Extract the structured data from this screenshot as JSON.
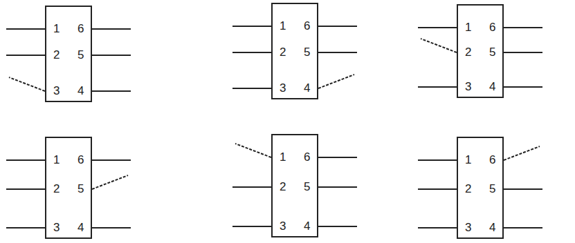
{
  "diagram": {
    "nodes": [
      {
        "text": [
          "1",
          "6",
          "2",
          "5",
          "3",
          "4"
        ]
      },
      {
        "text": [
          "1",
          "6",
          "2",
          "5",
          "3",
          "4"
        ]
      },
      {
        "text": [
          "1",
          "6",
          "2",
          "5",
          "3",
          "4"
        ]
      },
      {
        "text": [
          "1",
          "6",
          "2",
          "5",
          "3",
          "4"
        ]
      },
      {
        "text": [
          "1",
          "6",
          "2",
          "5",
          "3",
          "4"
        ]
      },
      {
        "text": [
          "1",
          "6",
          "2",
          "5",
          "3",
          "4"
        ]
      }
    ]
  }
}
